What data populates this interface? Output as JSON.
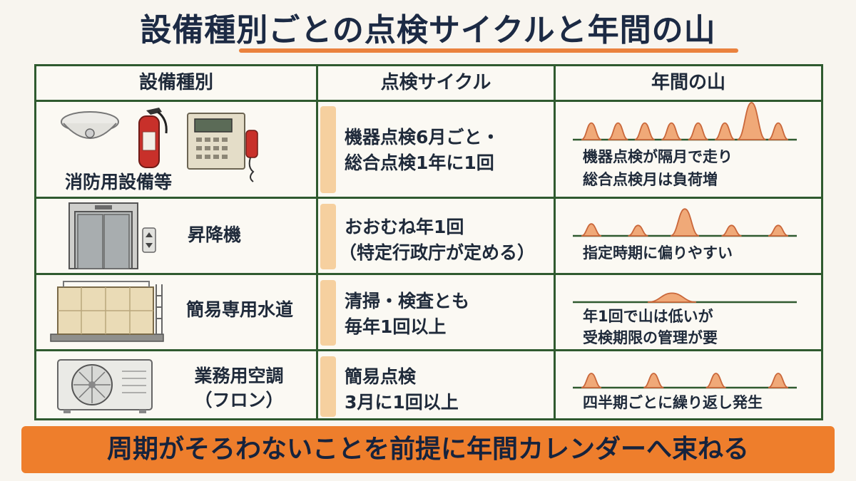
{
  "title": "設備種別ごとの点検サイクルと年間の山",
  "headers": {
    "type": "設備種別",
    "cycle": "点検サイクル",
    "peaks": "年間の山"
  },
  "rows": [
    {
      "type_lines": [
        "消防用設備等"
      ],
      "cycle_lines": [
        "機器点検6月ごと・",
        "総合点検1年に1回"
      ],
      "note_lines": [
        "機器点検が隔月で走り",
        "総合点検月は負荷増"
      ],
      "peak_heights": [
        0.45,
        0.45,
        0.45,
        0.45,
        0.45,
        0.45,
        1.0,
        0.45
      ],
      "icons": [
        "smoke-detector-icon",
        "fire-extinguisher-icon",
        "fire-alarm-panel-icon"
      ]
    },
    {
      "type_lines": [
        "昇降機"
      ],
      "cycle_lines": [
        "おおむね年1回",
        "（特定行政庁が定める）"
      ],
      "note_lines": [
        "指定時期に偏りやすい"
      ],
      "peak_heights": [
        0.4,
        0.35,
        0.9,
        0.35,
        0.35
      ],
      "icons": [
        "elevator-icon"
      ]
    },
    {
      "type_lines": [
        "簡易専用水道"
      ],
      "cycle_lines": [
        "清掃・検査とも",
        "毎年1回以上"
      ],
      "note_lines": [
        "年1回で山は低いが",
        "受検期限の管理が要"
      ],
      "peak_heights": [
        0.35
      ],
      "icons": [
        "water-tank-icon"
      ]
    },
    {
      "type_lines": [
        "業務用空調",
        "（フロン）"
      ],
      "cycle_lines": [
        "簡易点検",
        "3月に1回以上"
      ],
      "note_lines": [
        "四半期ごとに繰り返し発生"
      ],
      "peak_heights": [
        0.5,
        0.5,
        0.5,
        0.5
      ],
      "icons": [
        "air-conditioner-unit-icon"
      ]
    }
  ],
  "banner": "周期がそろわないことを前提に年間カレンダーへ束ねる",
  "colors": {
    "accent_orange": "#ee7e2c",
    "table_border": "#2f5a2f",
    "peak_fill": "#f0a978",
    "peak_stroke": "#c9673a",
    "title_navy": "#1c2a44"
  }
}
